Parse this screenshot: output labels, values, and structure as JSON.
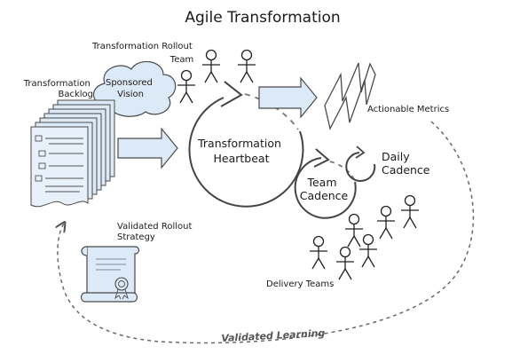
{
  "title": "Agile Transformation",
  "labels": {
    "rollout_team": [
      "Transformation Rollout",
      "Team"
    ],
    "sponsored_vision": [
      "Sponsored",
      "Vision"
    ],
    "backlog": [
      "Transformation",
      "Backlog"
    ],
    "heartbeat": [
      "Transformation",
      "Heartbeat"
    ],
    "metrics": "Actionable Metrics",
    "daily_cadence": [
      "Daily",
      "Cadence"
    ],
    "team_cadence": [
      "Team",
      "Cadence"
    ],
    "rollout_strategy": [
      "Validated Rollout",
      "Strategy"
    ],
    "delivery_teams": "Delivery Teams",
    "validated_learning": "Validated Learning"
  },
  "colors": {
    "light_blue": "#dce9f7",
    "stroke": "#4a4a4a",
    "dashed": "#666666"
  }
}
